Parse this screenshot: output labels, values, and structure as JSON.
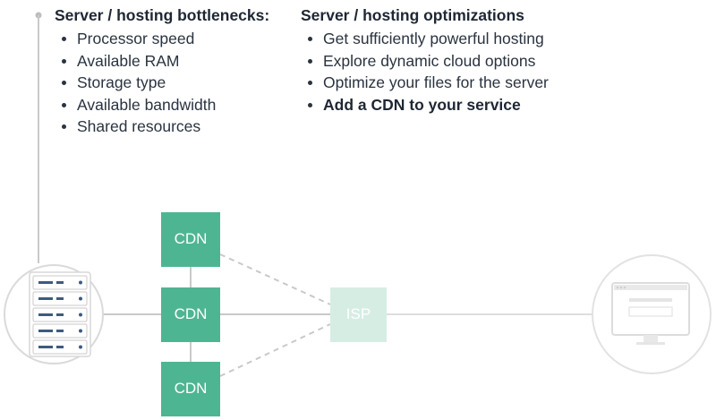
{
  "left_column": {
    "title": "Server / hosting bottlenecks:",
    "items": [
      "Processor speed",
      "Available RAM",
      "Storage type",
      "Available bandwidth",
      "Shared resources"
    ]
  },
  "right_column": {
    "title": "Server / hosting optimizations",
    "items": [
      {
        "text": "Get sufficiently powerful hosting",
        "emphasis": false
      },
      {
        "text": "Explore dynamic cloud options",
        "emphasis": false
      },
      {
        "text": "Optimize your files for the server",
        "emphasis": false
      },
      {
        "text": "Add a CDN to your service",
        "emphasis": true
      }
    ]
  },
  "diagram": {
    "cdn_nodes": [
      "CDN",
      "CDN",
      "CDN"
    ],
    "isp_label": "ISP",
    "colors": {
      "cdn": "#4eb592",
      "isp": "#d6ede4",
      "line": "#c9c9c9",
      "server_rail": "#3e5a80"
    }
  }
}
